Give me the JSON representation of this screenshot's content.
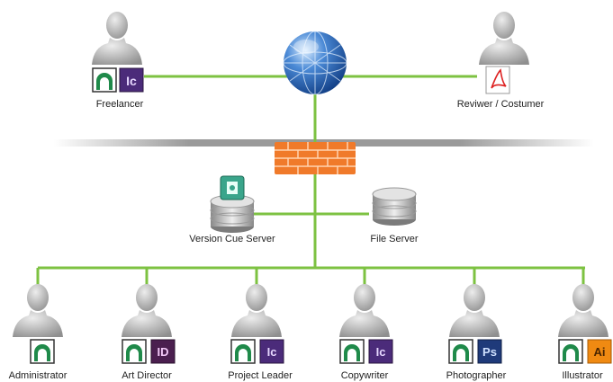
{
  "nodes": {
    "freelancer": {
      "label": "Freelancer",
      "badge": "Ic",
      "badge_color": "#4b2b7a"
    },
    "reviewer": {
      "label": "Reviwer / Costumer"
    },
    "version_cue_server": {
      "label": "Version Cue Server"
    },
    "file_server": {
      "label": "File Server"
    },
    "users": [
      {
        "label": "Administrator",
        "badge": "",
        "badge_color": ""
      },
      {
        "label": "Art Director",
        "badge": "ID",
        "badge_color": "#4b1f4f"
      },
      {
        "label": "Project Leader",
        "badge": "Ic",
        "badge_color": "#4b2b7a"
      },
      {
        "label": "Copywriter",
        "badge": "Ic",
        "badge_color": "#4b2b7a"
      },
      {
        "label": "Photographer",
        "badge": "Ps",
        "badge_color": "#1f3a7a"
      },
      {
        "label": "Illustrator",
        "badge": "Ai",
        "badge_color": "#f08a12"
      }
    ]
  },
  "colors": {
    "link": "#7dc242",
    "firewall": "#f07a2a",
    "globe": "#2f62b0",
    "person": "#a8a8a8",
    "server": "#b5b5b5",
    "logo_green": "#1f8a4a"
  },
  "icons": {
    "internet": "globe-icon",
    "firewall": "firewall-icon",
    "server": "database-server-icon",
    "user": "person-silhouette-icon",
    "suite": "version-cue-logo-icon",
    "reviewer_app": "acrobat-pdf-icon"
  }
}
